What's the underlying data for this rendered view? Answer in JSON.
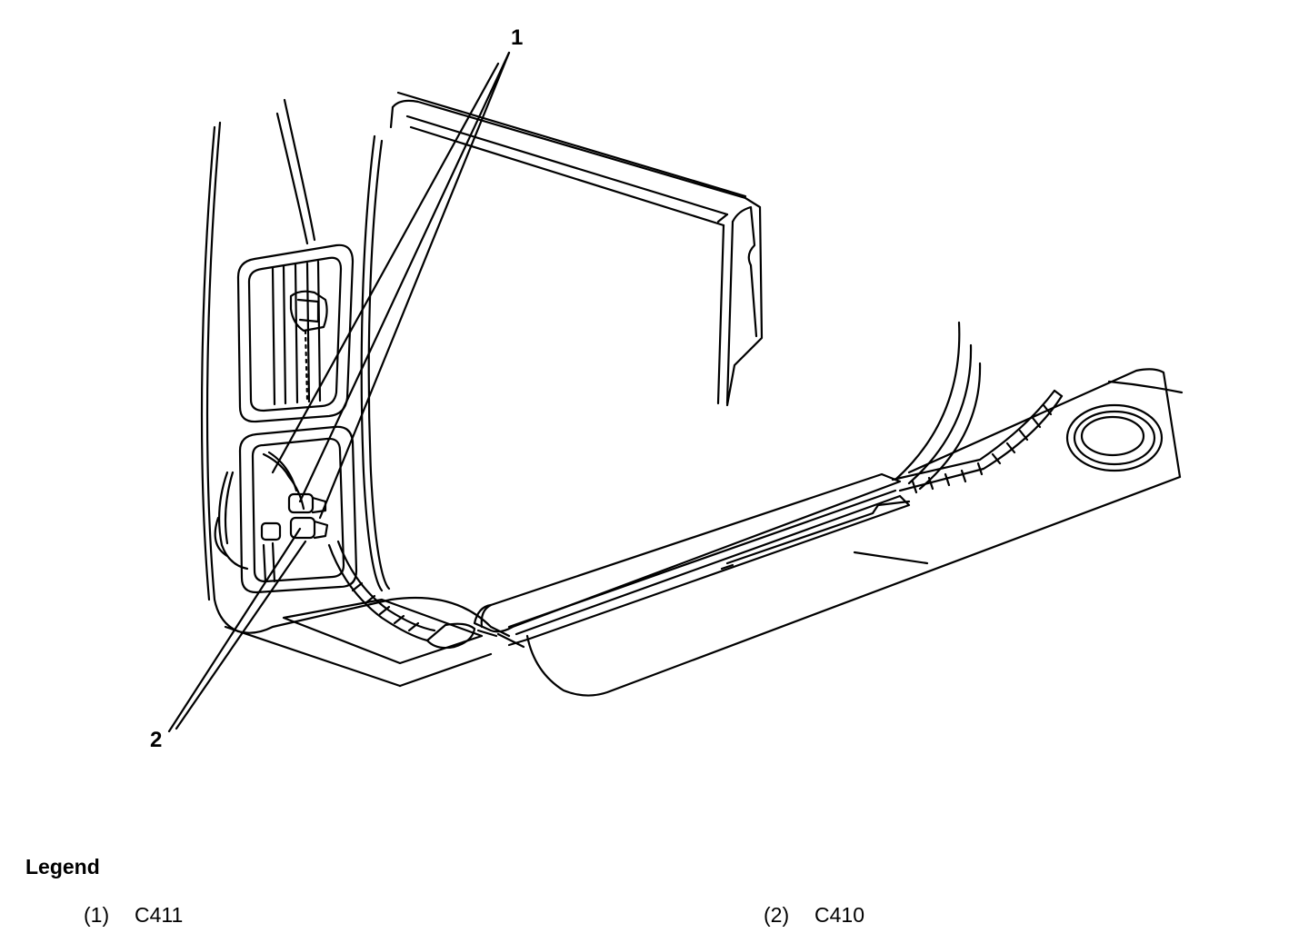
{
  "callouts": [
    {
      "number": "1"
    },
    {
      "number": "2"
    }
  ],
  "legend": {
    "title": "Legend",
    "items": [
      {
        "number": "(1)",
        "label": "C411"
      },
      {
        "number": "(2)",
        "label": "C410"
      }
    ]
  },
  "colors": {
    "line": "#000000",
    "background": "#ffffff"
  }
}
